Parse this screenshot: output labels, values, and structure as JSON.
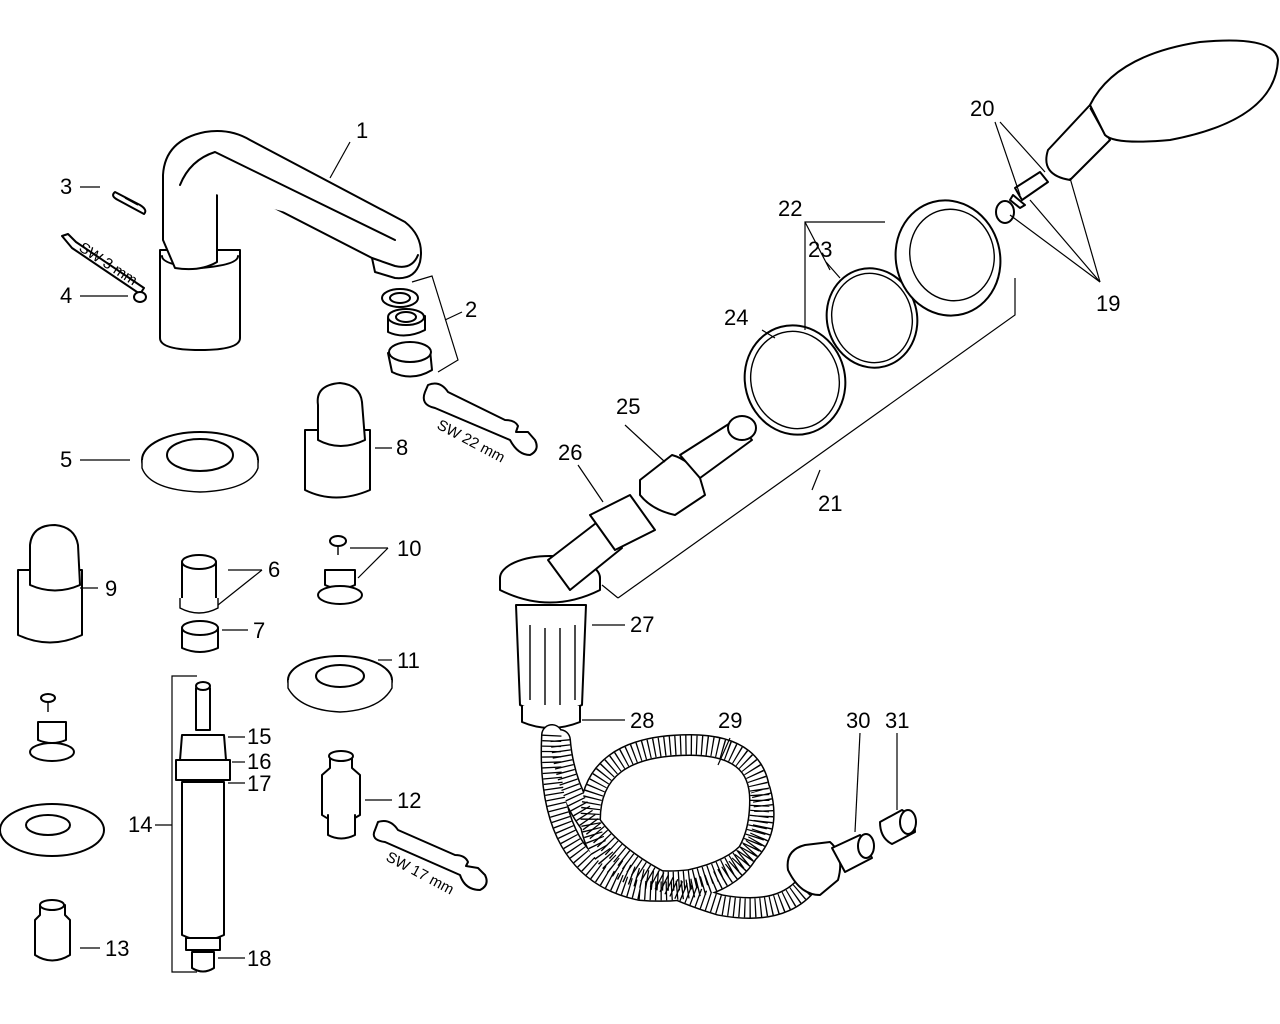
{
  "labels": {
    "n1": "1",
    "n2": "2",
    "n3": "3",
    "n4": "4",
    "n5": "5",
    "n6": "6",
    "n7": "7",
    "n8": "8",
    "n9": "9",
    "n10": "10",
    "n11": "11",
    "n12": "12",
    "n13": "13",
    "n14": "14",
    "n15": "15",
    "n16": "16",
    "n17": "17",
    "n18": "18",
    "n19": "19",
    "n20": "20",
    "n21": "21",
    "n22": "22",
    "n23": "23",
    "n24": "24",
    "n25": "25",
    "n26": "26",
    "n27": "27",
    "n28": "28",
    "n29": "29",
    "n30": "30",
    "n31": "31"
  },
  "tools": {
    "hex_key": "SW 3 mm",
    "wrench_large": "SW 22 mm",
    "wrench_small": "SW 17 mm"
  }
}
